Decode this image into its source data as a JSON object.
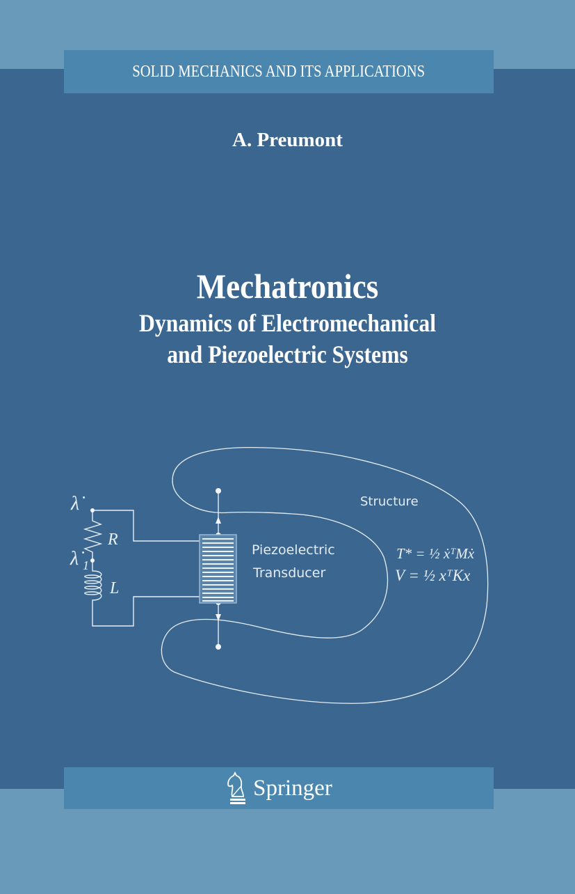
{
  "cover": {
    "series": "SOLID MECHANICS AND ITS APPLICATIONS",
    "author": "A. Preumont",
    "title": "Mechatronics",
    "subtitle_line1": "Dynamics of Electromechanical",
    "subtitle_line2": "and Piezoelectric Systems",
    "publisher": "Springer",
    "publisher_logo_icon": "knight-chess-piece-icon"
  },
  "diagram": {
    "label_structure": "Structure",
    "label_transducer_line1": "Piezoelectric",
    "label_transducer_line2": "Transducer",
    "symbol_lambda_dot": "λ̇",
    "symbol_lambda1_dot": "λ̇",
    "symbol_lambda1_sub": "1",
    "symbol_R": "R",
    "symbol_L": "L",
    "eq_kinetic": "T* = ½ ẋᵀMẋ",
    "eq_potential": "V = ½ xᵀKx"
  },
  "colors": {
    "light_band": "#6a9aba",
    "main_band": "#3b6690",
    "banner": "#4a86ad",
    "text": "#ffffff"
  }
}
